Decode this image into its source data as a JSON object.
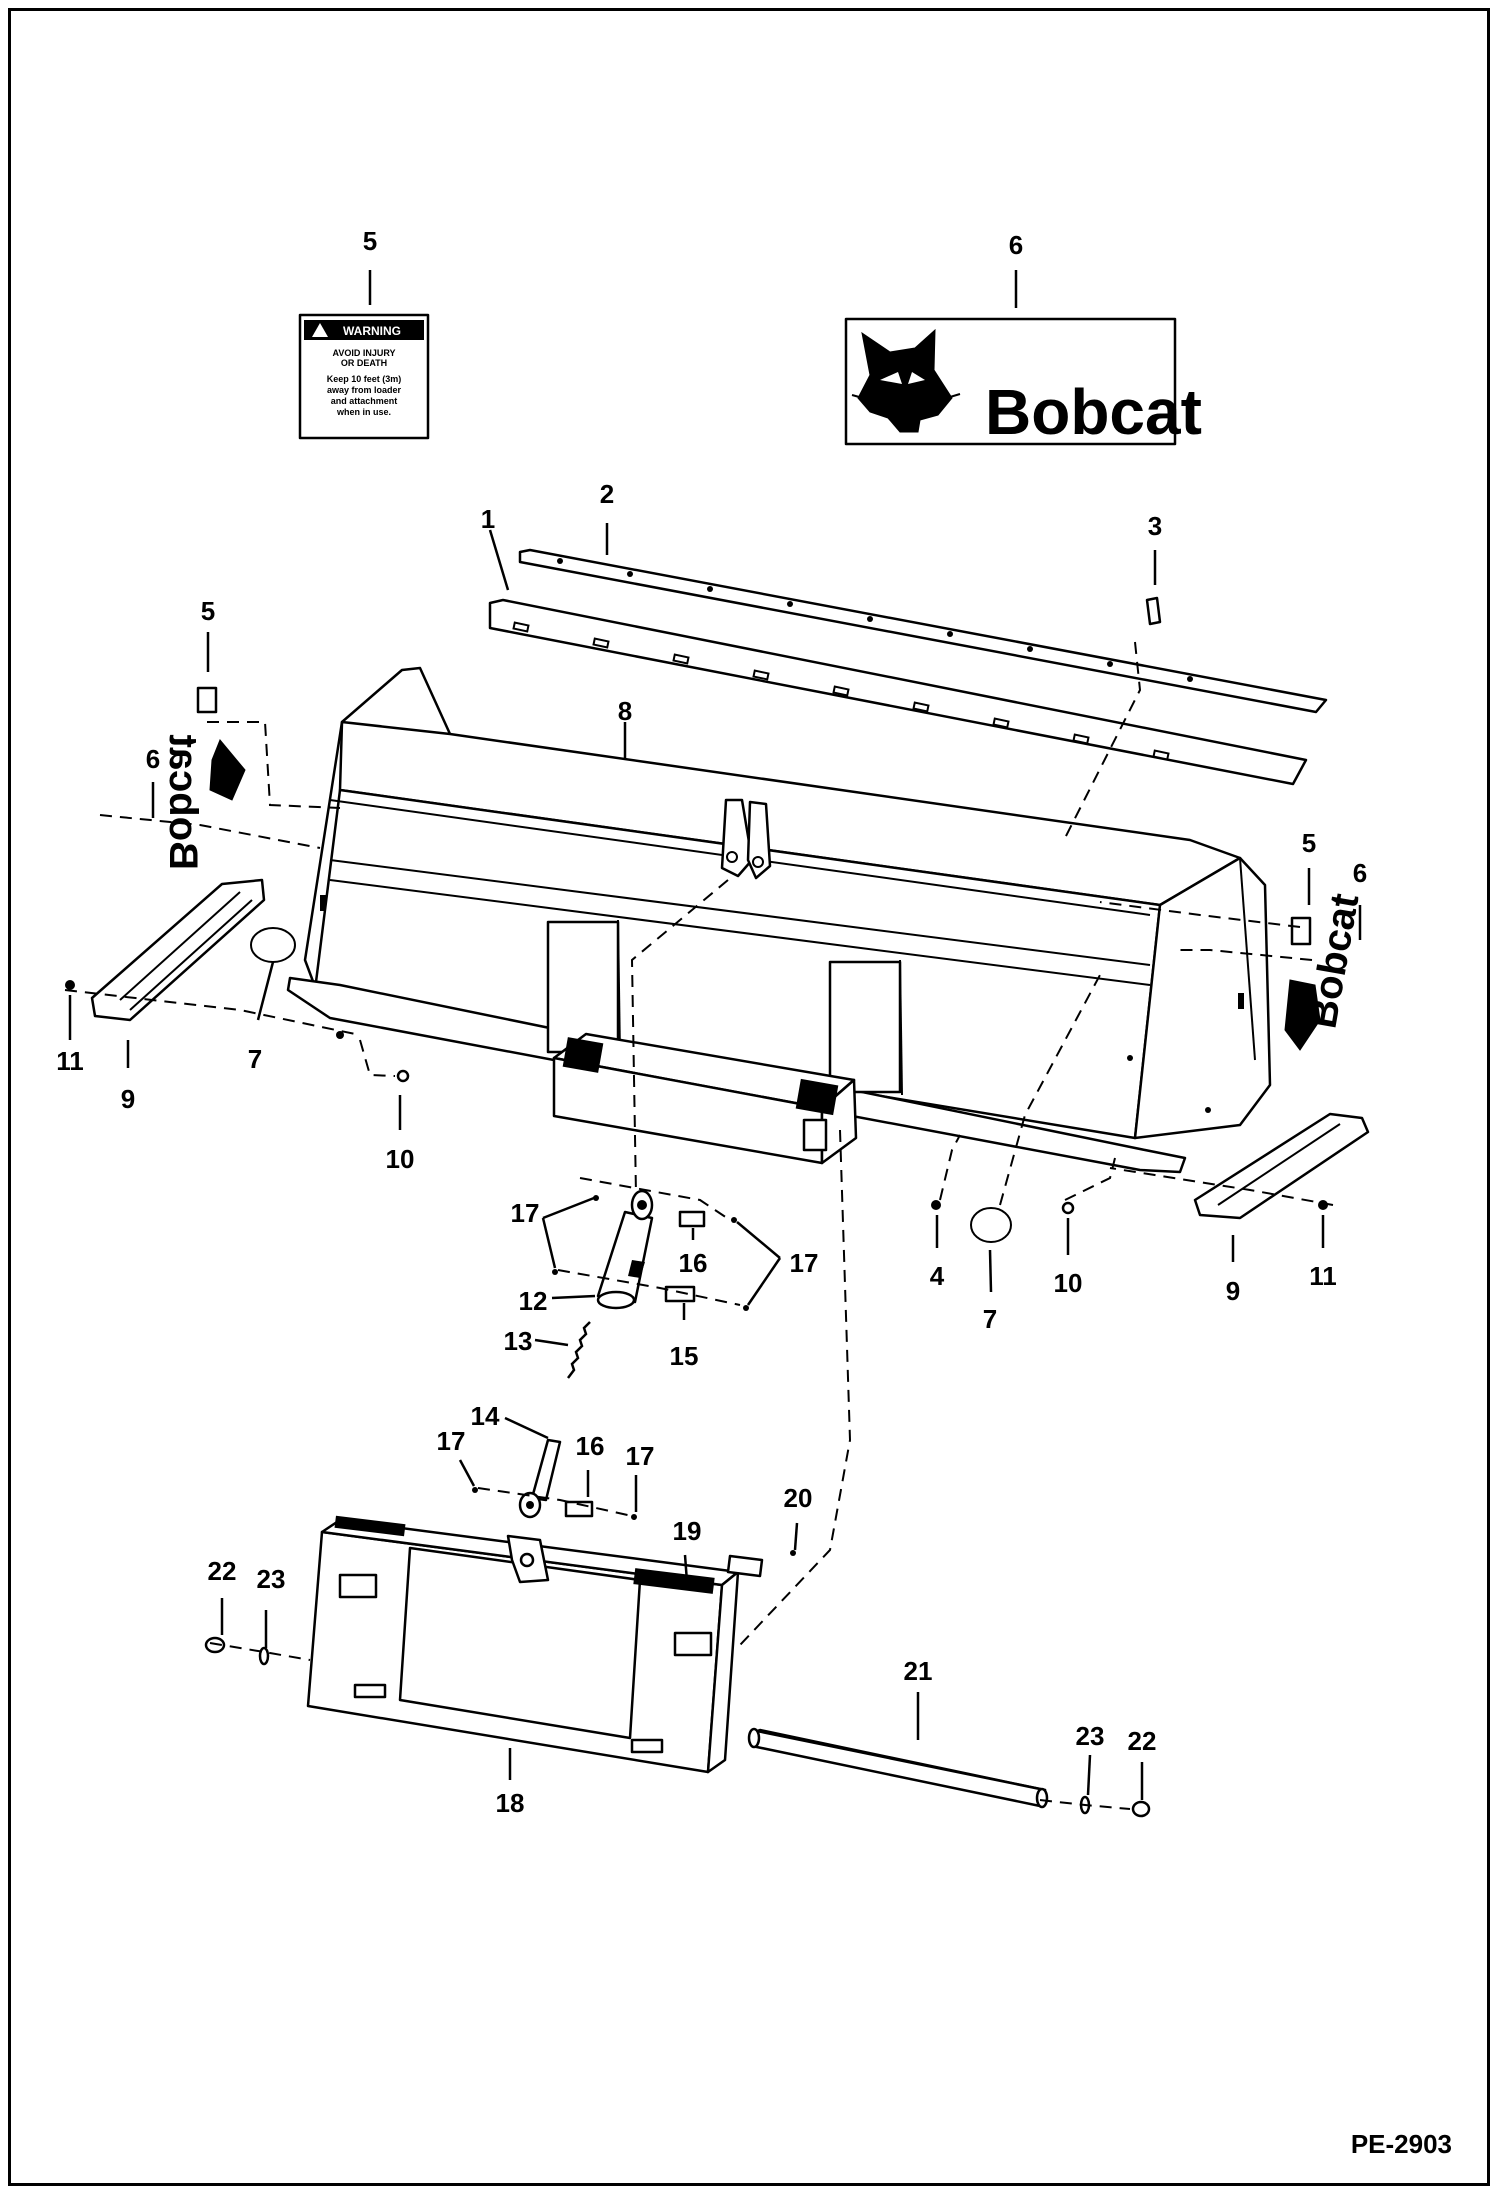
{
  "callouts": [
    "1",
    "2",
    "3",
    "4",
    "5",
    "6",
    "7",
    "8",
    "9",
    "10",
    "11",
    "12",
    "13",
    "14",
    "15",
    "16",
    "17",
    "18",
    "19",
    "20",
    "21",
    "22",
    "23"
  ],
  "warning_decal": {
    "heading": "WARNING",
    "line1": "AVOID INJURY",
    "line2": "OR DEATH",
    "body1": "Keep 10 feet (3m)",
    "body2": "away from loader",
    "body3": "and attachment",
    "body4": "when in use."
  },
  "brand_decal": {
    "text": "Bobcat"
  },
  "reference": "PE-2903"
}
